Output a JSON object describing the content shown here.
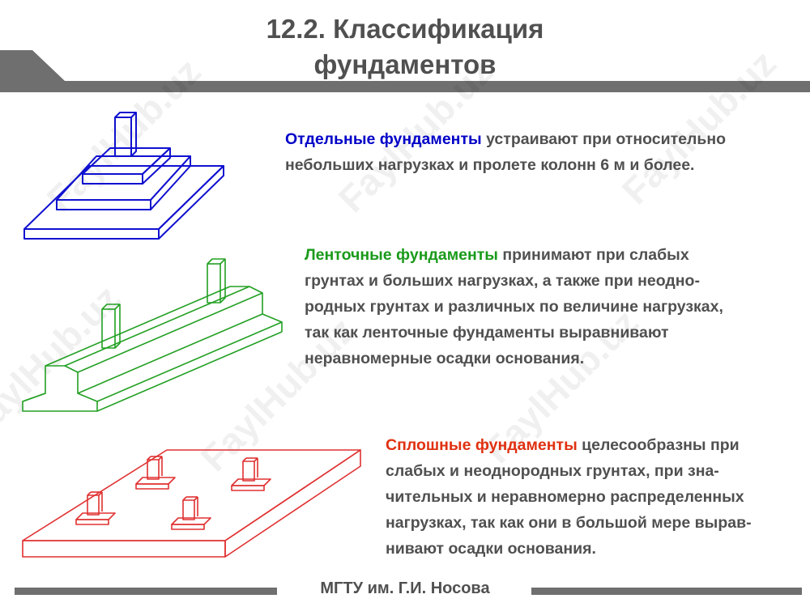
{
  "title": {
    "line1": "12.2. Классификация",
    "line2": "фундаментов"
  },
  "watermark": "FaylHub.uz",
  "sections": [
    {
      "lead": "Отдельные фундаменты",
      "lead_color": "#0000c8",
      "text_line1": " устраивают при относительно",
      "lines": [
        "небольших нагрузках и пролете колонн 6 м и более."
      ]
    },
    {
      "lead": "Ленточные фундаменты",
      "lead_color": "#1a9a1a",
      "text_line1": " принимают при слабых",
      "lines": [
        "грунтах и больших нагрузках, а также при неодно-",
        "родных грунтах и различных по величине нагрузках,",
        "так как ленточные фундаменты выравнивают",
        "неравномерные осадки основания."
      ]
    },
    {
      "lead": "Сплошные фундаменты",
      "lead_color": "#e03010",
      "text_line1": " целесообразны при",
      "lines": [
        "слабых и неоднородных грунтах, при зна-",
        "чительных и неравномерно распределенных",
        "нагрузках, так как они в большой мере вырав-",
        "нивают осадки основания."
      ]
    }
  ],
  "footer": "МГТУ им. Г.И. Носова",
  "colors": {
    "text": "#505050",
    "blue": "#1010d0",
    "green": "#22a022",
    "red": "#e03030",
    "bar": "#6f6f6f"
  }
}
